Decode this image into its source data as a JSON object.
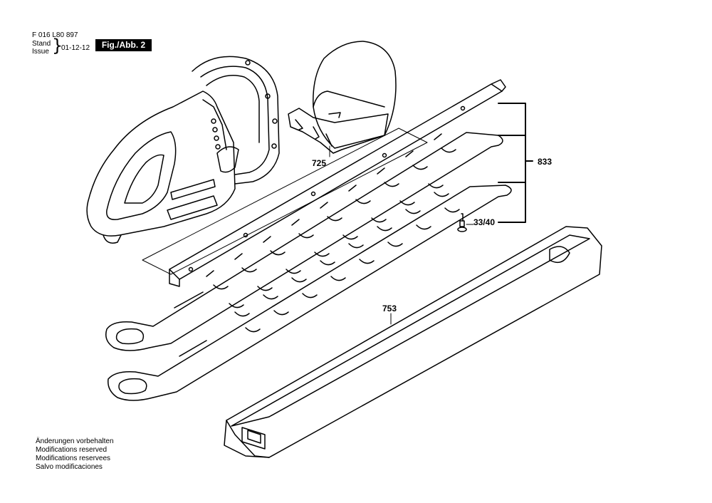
{
  "header": {
    "doc_number": "F 016 L80 897",
    "stand_label": "Stand",
    "issue_label": "Issue",
    "issue_date": "01-12-12",
    "figure_label": "Fig./Abb. 2"
  },
  "callouts": {
    "p725": "725",
    "p833": "833",
    "p3340": "33/40",
    "p753": "753"
  },
  "footer": {
    "line_de": "Änderungen vorbehalten",
    "line_en": "Modifications reserved",
    "line_fr": "Modifications reservees",
    "line_es": "Salvo modificaciones"
  }
}
